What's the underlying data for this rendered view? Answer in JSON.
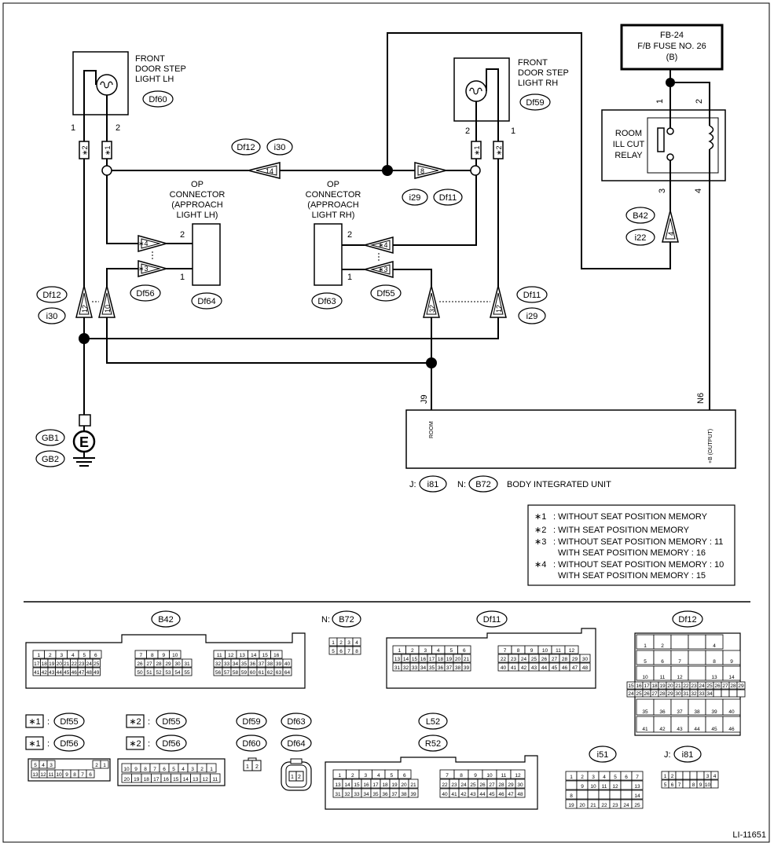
{
  "fuse": {
    "line1": "FB-24",
    "line2": "F/B FUSE NO. 26",
    "line3": "(B)"
  },
  "lamp_lh": {
    "line1": "FRONT",
    "line2": "DOOR STEP",
    "line3": "LIGHT LH",
    "conn": "Df60",
    "pin_left": "1",
    "pin_right": "2"
  },
  "lamp_rh": {
    "line1": "FRONT",
    "line2": "DOOR STEP",
    "line3": "LIGHT RH",
    "conn": "Df59",
    "pin_left": "2",
    "pin_right": "1"
  },
  "relay": {
    "line1": "ROOM",
    "line2": "ILL CUT",
    "line3": "RELAY",
    "pin1": "1",
    "pin2": "2",
    "pin3": "3",
    "pin4": "4"
  },
  "conn_top_left": {
    "a": "Df12",
    "b": "i30",
    "pin": "14"
  },
  "conn_top_right": {
    "a": "i29",
    "b": "Df11",
    "pin": "8"
  },
  "relay_conn": {
    "a": "B42",
    "b": "i22",
    "pin": "4"
  },
  "op_lh": {
    "line1": "OP",
    "line2": "CONNECTOR",
    "line3": "(APPROACH",
    "line4": "LIGHT LH)",
    "conn": "Df64",
    "conn2": "Df56",
    "pin_top": "2",
    "pin_bot": "1",
    "star_a": "∗4",
    "star_b": "∗3"
  },
  "op_rh": {
    "line1": "OP",
    "line2": "CONNECTOR",
    "line3": "(APPROACH",
    "line4": "LIGHT RH)",
    "conn": "Df63",
    "conn2": "Df55",
    "pin_top": "2",
    "pin_bot": "1",
    "star_a": "∗4",
    "star_b": "∗3"
  },
  "left_conn": {
    "a": "Df12",
    "b": "i30",
    "pin1": "12",
    "pin2": "10"
  },
  "right_conn": {
    "a": "Df11",
    "b": "i29",
    "pin1": "32",
    "pin2": "12"
  },
  "star_labels": {
    "s1": "∗1",
    "s2": "∗2"
  },
  "ground": {
    "a": "GB1",
    "b": "GB2",
    "sym": "E"
  },
  "biu": {
    "pin_room": "J9",
    "lbl_room": "ROOM",
    "pin_out": "N6",
    "lbl_out": "+B (OUTPUT)",
    "j_prefix": "J:",
    "j_conn": "i81",
    "n_prefix": "N:",
    "n_conn": "B72",
    "name": "BODY INTEGRATED UNIT"
  },
  "notes": [
    {
      "mark": "∗1",
      "text": ": WITHOUT SEAT POSITION MEMORY"
    },
    {
      "mark": "∗2",
      "text": ": WITH SEAT POSITION MEMORY"
    },
    {
      "mark": "∗3",
      "text": ": WITHOUT SEAT POSITION MEMORY : 11"
    },
    {
      "mark": "",
      "text": "WITH SEAT POSITION MEMORY : 16"
    },
    {
      "mark": "∗4",
      "text": ": WITHOUT SEAT POSITION MEMORY : 10"
    },
    {
      "mark": "",
      "text": "WITH SEAT POSITION MEMORY : 15"
    }
  ],
  "connectors": {
    "b42": "B42",
    "b72_prefix": "N:",
    "b72": "B72",
    "df11": "Df11",
    "df12": "Df12",
    "df55_a": "Df55",
    "df56_a": "Df56",
    "df55_b": "Df55",
    "df56_b": "Df56",
    "mark1": "∗1",
    "mark2": "∗2",
    "colon": ":",
    "df59": "Df59",
    "df60": "Df60",
    "df63": "Df63",
    "df64": "Df64",
    "l52": "L52",
    "r52": "R52",
    "i51": "i51",
    "i81_prefix": "J:",
    "i81": "i81"
  },
  "figure_id": "LI-11651"
}
